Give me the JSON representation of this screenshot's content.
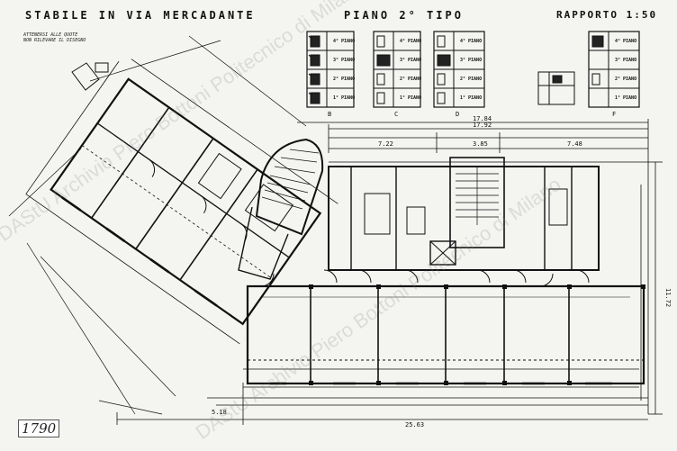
{
  "title": {
    "building": "STABILE IN VIA MERCADANTE",
    "floor": "PIANO 2° TIPO",
    "scale": "RAPPORTO 1:50"
  },
  "note": [
    "ATTENERSI ALLE QUOTE",
    "NON RILEVARE IL DISEGNO"
  ],
  "key_plans": [
    {
      "letter": "B",
      "floors": [
        "4° PIANO",
        "3° PIANO",
        "2° PIANO",
        "1° PIANO"
      ]
    },
    {
      "letter": "C",
      "floors": [
        "4° PIANO",
        "3° PIANO",
        "2° PIANO",
        "1° PIANO"
      ]
    },
    {
      "letter": "D",
      "floors": [
        "4° PIANO",
        "3° PIANO",
        "2° PIANO",
        "1° PIANO"
      ]
    },
    {
      "letter": "F",
      "floors": [
        "4° PIANO",
        "3° PIANO",
        "2° PIANO",
        "1° PIANO"
      ]
    }
  ],
  "dimensions": {
    "top_total": "17.84",
    "top_total2": "17.92",
    "seg1": "7.22",
    "seg2": "3.85",
    "seg3": "7.48",
    "bottom_total": "25.63",
    "right_height": "11.72",
    "bottom_left": "5.18"
  },
  "archive_number": "1790",
  "watermark": "DAStU Archivio Piero Bottoni Politecnico di Milano"
}
